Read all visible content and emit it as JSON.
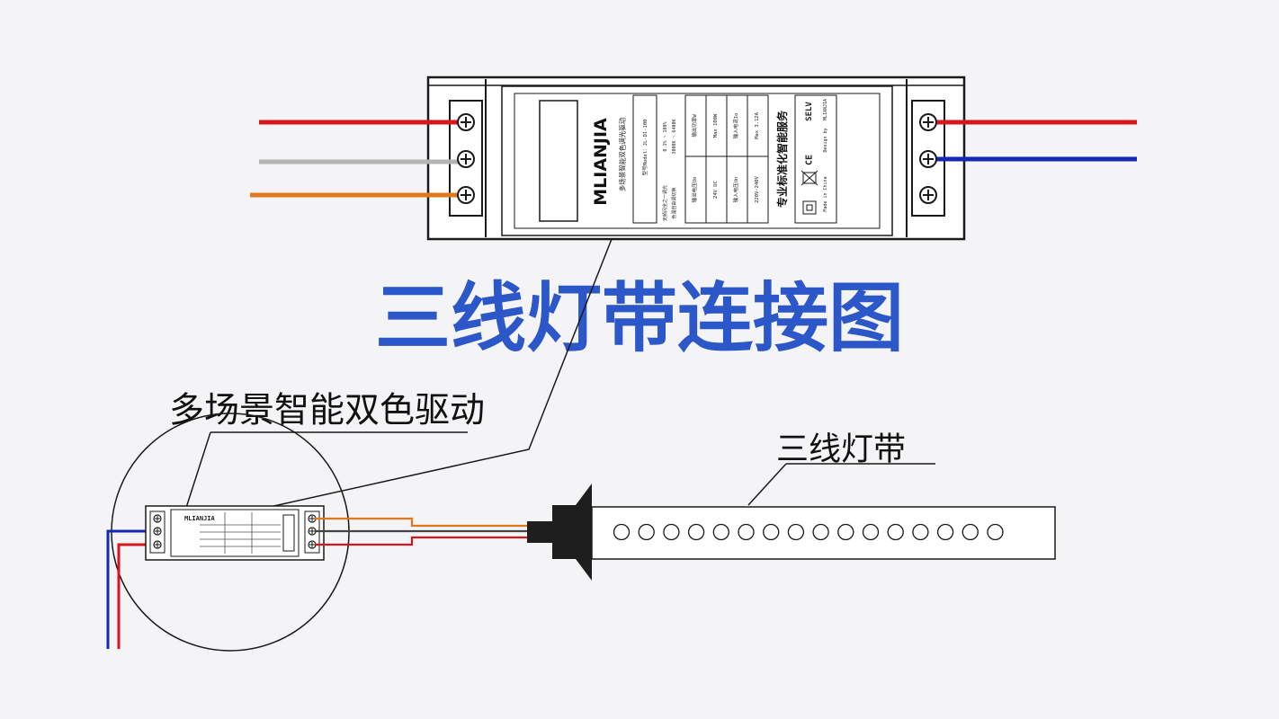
{
  "diagram": {
    "title": "三线灯带连接图",
    "driver_label": "多场景智能双色驱动",
    "strip_label": "三线灯带",
    "label_plate": {
      "brand": "MLIANJIA",
      "product_name": "多场景智能双色调光驱动",
      "model_line": "型号Model：JL-D1-100",
      "dim_range": "0.1% ~ 100%",
      "cct_range": "3000K ~ 6400K",
      "dim_note": "无频闪全之一调光",
      "cct_note": "色温自由调切换",
      "output_power_label": "输出功率W",
      "output_power_value": "Max 100W",
      "output_voltage_label": "输出电压Uo",
      "output_voltage_value": "24V DC",
      "input_current_label": "输入电流Io",
      "input_current_value": "Max 3.12A",
      "input_voltage_label": "输入电压Un",
      "input_voltage_value": "220V-240V",
      "slogan": "专业标准化智能服务",
      "made_in": "Made in China",
      "designed_by": "Design by",
      "designer": "MLIANJIA",
      "selv": "SELV",
      "ce": "CE"
    },
    "colors": {
      "title_blue": "#2b57c9",
      "wire_red": "#d8141c",
      "wire_gray": "#b4b4b4",
      "wire_orange": "#e2781e",
      "wire_blue": "#1428b4",
      "outline": "#1a1a1a"
    },
    "strip_led_count": 16
  }
}
